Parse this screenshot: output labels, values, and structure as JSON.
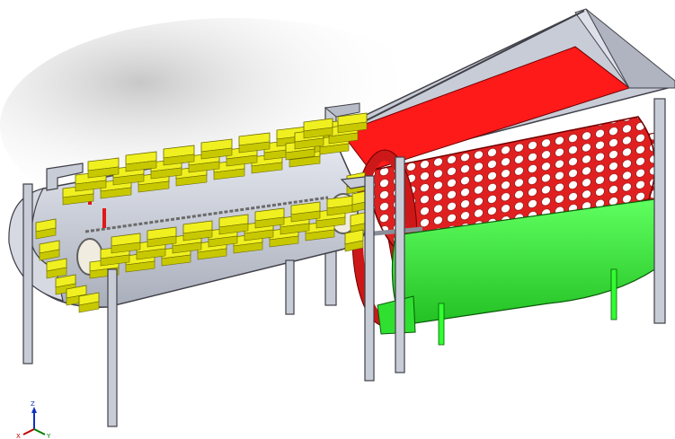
{
  "scene": {
    "kind": "3d-cad-isometric-view",
    "subject": "conveyor-with-buckets-and-rotary-drum-screen",
    "background_color": "#ffffff",
    "colors": {
      "housing": "#c8ccd6",
      "housing_dark": "#9aa0b0",
      "buckets": "#f0f020",
      "buckets_edge": "#6b6b00",
      "chain": "#7a7a7a",
      "sprocket": "#f0ece0",
      "hopper_chute": "#ff1a1a",
      "drum": "#e02020",
      "collector_trough": "#30ff30",
      "frame": "#b8bcc8",
      "frame_edge": "#404048"
    }
  },
  "triad": {
    "x_label": "X",
    "y_label": "Y",
    "z_label": "Z"
  }
}
